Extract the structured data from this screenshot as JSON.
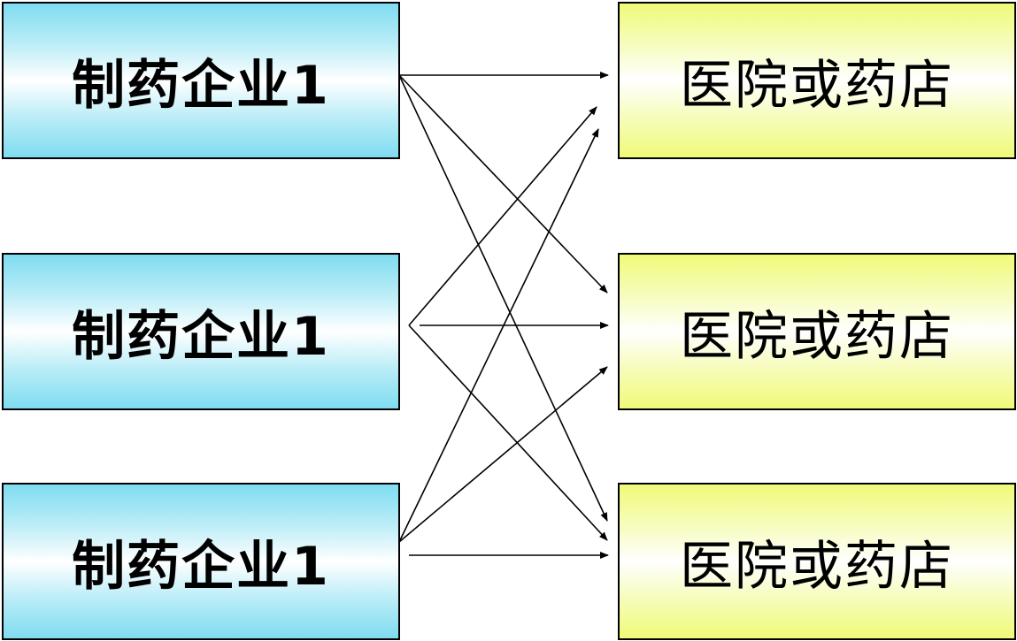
{
  "diagram": {
    "manufacturers": [
      {
        "label": "制药企业1"
      },
      {
        "label": "制药企业1"
      },
      {
        "label": "制药企业1"
      }
    ],
    "outlets": [
      {
        "label": "医院或药店"
      },
      {
        "label": "医院或药店"
      },
      {
        "label": "医院或药店"
      }
    ],
    "edges": [
      {
        "from": 0,
        "to": 0
      },
      {
        "from": 0,
        "to": 1
      },
      {
        "from": 0,
        "to": 2
      },
      {
        "from": 1,
        "to": 0
      },
      {
        "from": 1,
        "to": 1
      },
      {
        "from": 1,
        "to": 2
      },
      {
        "from": 2,
        "to": 0
      },
      {
        "from": 2,
        "to": 1
      },
      {
        "from": 2,
        "to": 2
      }
    ],
    "colors": {
      "manufacturer_fill": "#7fdcf0",
      "outlet_fill": "#f0fa78",
      "border": "#000000",
      "arrow": "#000000"
    }
  }
}
